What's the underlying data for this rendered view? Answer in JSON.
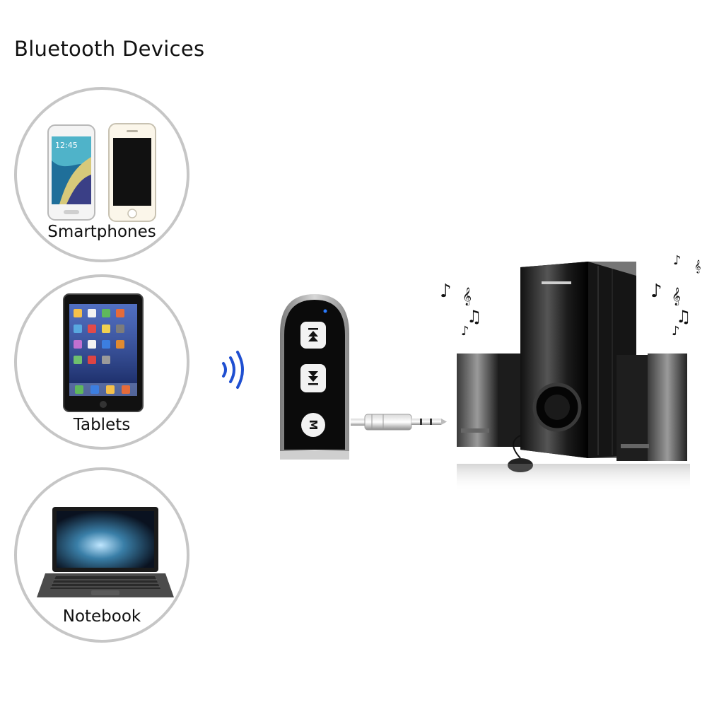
{
  "title": "Bluetooth Devices",
  "devices": [
    {
      "label": "Smartphones",
      "icon": "smartphones-icon"
    },
    {
      "label": "Tablets",
      "icon": "tablet-icon"
    },
    {
      "label": "Notebook",
      "icon": "laptop-icon"
    }
  ],
  "receiver": {
    "button_prev_icon": "previous-track-icon",
    "button_next_icon": "next-track-icon",
    "mode_button_label": "M",
    "signal_icon": "bluetooth-signal-icon"
  },
  "colors": {
    "circle_border": "#c6c6c6",
    "signal_blue": "#1f4fd1",
    "receiver_body": "#0b0b0b",
    "receiver_trim": "#9a9a9a",
    "led_blue": "#2a7bff"
  }
}
